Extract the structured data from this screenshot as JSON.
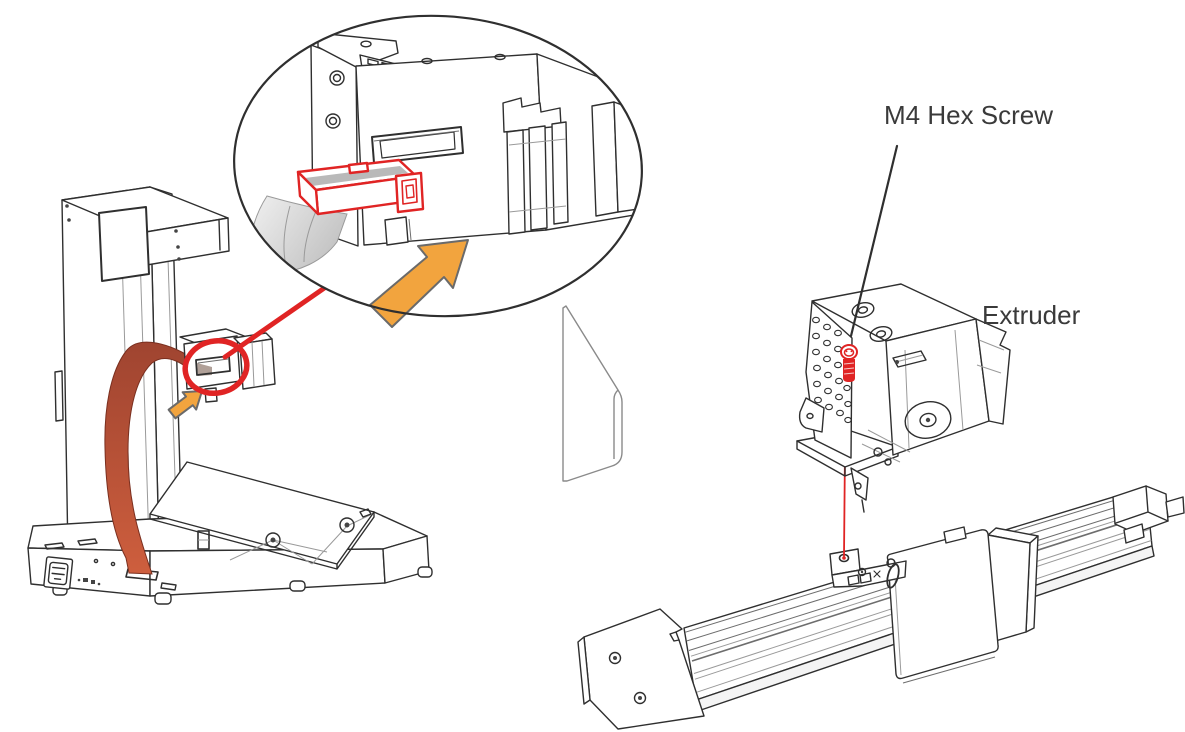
{
  "figure": {
    "type": "3d-printer-assembly-instruction-diagram",
    "background": "#ffffff",
    "labels": {
      "screw_label": "M4 Hex Screw",
      "extruder_label": "Extruder"
    },
    "colors": {
      "line": "#2f2f2f",
      "accent_red": "#e02424",
      "arrow_orange": "#f2a43e",
      "arrow_outline": "#6a6a6a",
      "cable_red_dark": "#9f4430",
      "cable_red_light": "#cf5f3e",
      "ribbon_gray_dark": "#b9b9b9",
      "ribbon_gray_light": "#f0f0f0",
      "label_text": "#3a3a3a"
    }
  }
}
